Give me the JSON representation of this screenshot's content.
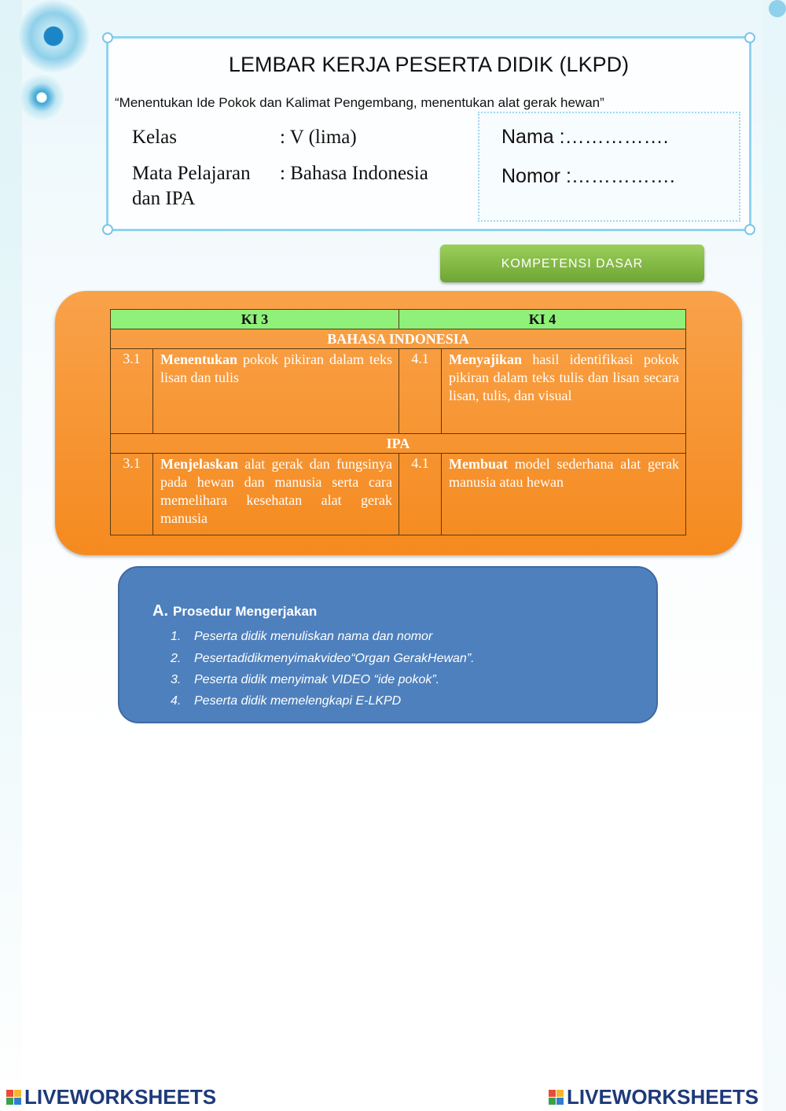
{
  "header": {
    "title": "LEMBAR KERJA PESERTA DIDIK (LKPD)",
    "subtitle": "“Menentukan Ide Pokok dan Kalimat Pengembang, menentukan alat gerak hewan”",
    "kelas_label": "Kelas",
    "kelas_value": ": V (lima)",
    "mapel_label": "Mata Pelajaran",
    "mapel_value": ": Bahasa Indonesia",
    "mapel_cont": "dan IPA",
    "nama_label": "Nama  :…………….",
    "nomor_label": "Nomor :……………."
  },
  "kd_button": "KOMPETENSI DASAR",
  "table": {
    "col_ki3": "KI 3",
    "col_ki4": "KI 4",
    "sections": [
      {
        "name": "BAHASA INDONESIA",
        "ki3_num": "3.1",
        "ki3_bold": "Menentukan",
        "ki3_text": " pokok pikiran dalam teks lisan dan tulis",
        "ki4_num": "4.1",
        "ki4_bold": "Menyajikan",
        "ki4_text": " hasil identifikasi pokok pikiran dalam teks tulis dan lisan secara lisan, tulis, dan visual"
      },
      {
        "name": "IPA",
        "ki3_num": "3.1",
        "ki3_bold": "Menjelaskan",
        "ki3_text": " alat gerak dan fungsinya pada hewan dan manusia serta cara memelihara kesehatan alat gerak manusia",
        "ki4_num": "4.1",
        "ki4_bold": "Membuat",
        "ki4_text": " model sederhana alat gerak manusia atau hewan"
      }
    ]
  },
  "procedure": {
    "letter": "A.",
    "title": "Prosedur  Mengerjakan",
    "steps": [
      {
        "n": "1.",
        "text": "Peserta didik menuliskan nama dan nomor"
      },
      {
        "n": "2.",
        "text": "Pesertadidikmenyimakvideo“Organ GerakHewan”."
      },
      {
        "n": "3.",
        "text": "Peserta didik menyimak VIDEO “ide pokok”."
      },
      {
        "n": "4.",
        "text": "Peserta didik memelengkapi E-LKPD"
      }
    ]
  },
  "footer": {
    "logo_left": "LIVEWORKSHEETS",
    "logo_right": "LIVEWORKSHEETS"
  },
  "colors": {
    "orange": "#f7941d",
    "green_header": "#8ff07a",
    "blue_box": "#4e80bd",
    "kd_button": "#7fba3e"
  }
}
